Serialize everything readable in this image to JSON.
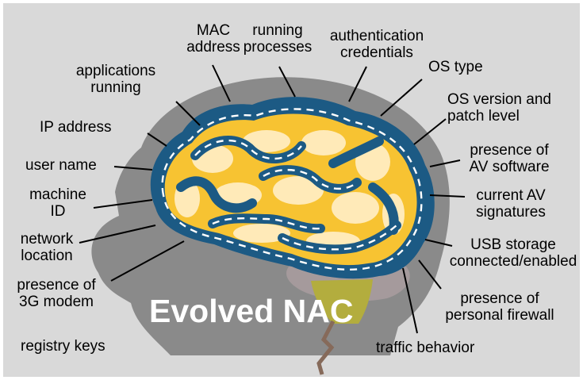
{
  "title": "Evolved NAC",
  "labels": {
    "mac_address": "MAC\naddress",
    "running_processes": "running\nprocesses",
    "authentication_credentials": "authentication\ncredentials",
    "applications_running": "applications\nrunning",
    "os_type": "OS type",
    "ip_address": "IP address",
    "os_version": "OS version and\npatch level",
    "user_name": "user name",
    "presence_av_software": "presence of\nAV software",
    "machine_id": "machine\nID",
    "current_av_signatures": "current AV\nsignatures",
    "network_location": "network\nlocation",
    "usb_storage": "USB storage\nconnected/enabled",
    "presence_3g_modem": "presence of\n3G modem",
    "presence_personal_firewall": "presence of\npersonal firewall",
    "registry_keys": "registry keys",
    "traffic_behavior": "traffic behavior"
  },
  "colors": {
    "background": "#d9d9d9",
    "head": "#8a8a8a",
    "brain_outer": "#1c5a84",
    "brain_fill": "#f7c332",
    "brain_inner": "#ffeab8",
    "cerebellum": "#a59a9c",
    "brainstem": "#b3ad3e",
    "title_text": "#ffffff"
  }
}
